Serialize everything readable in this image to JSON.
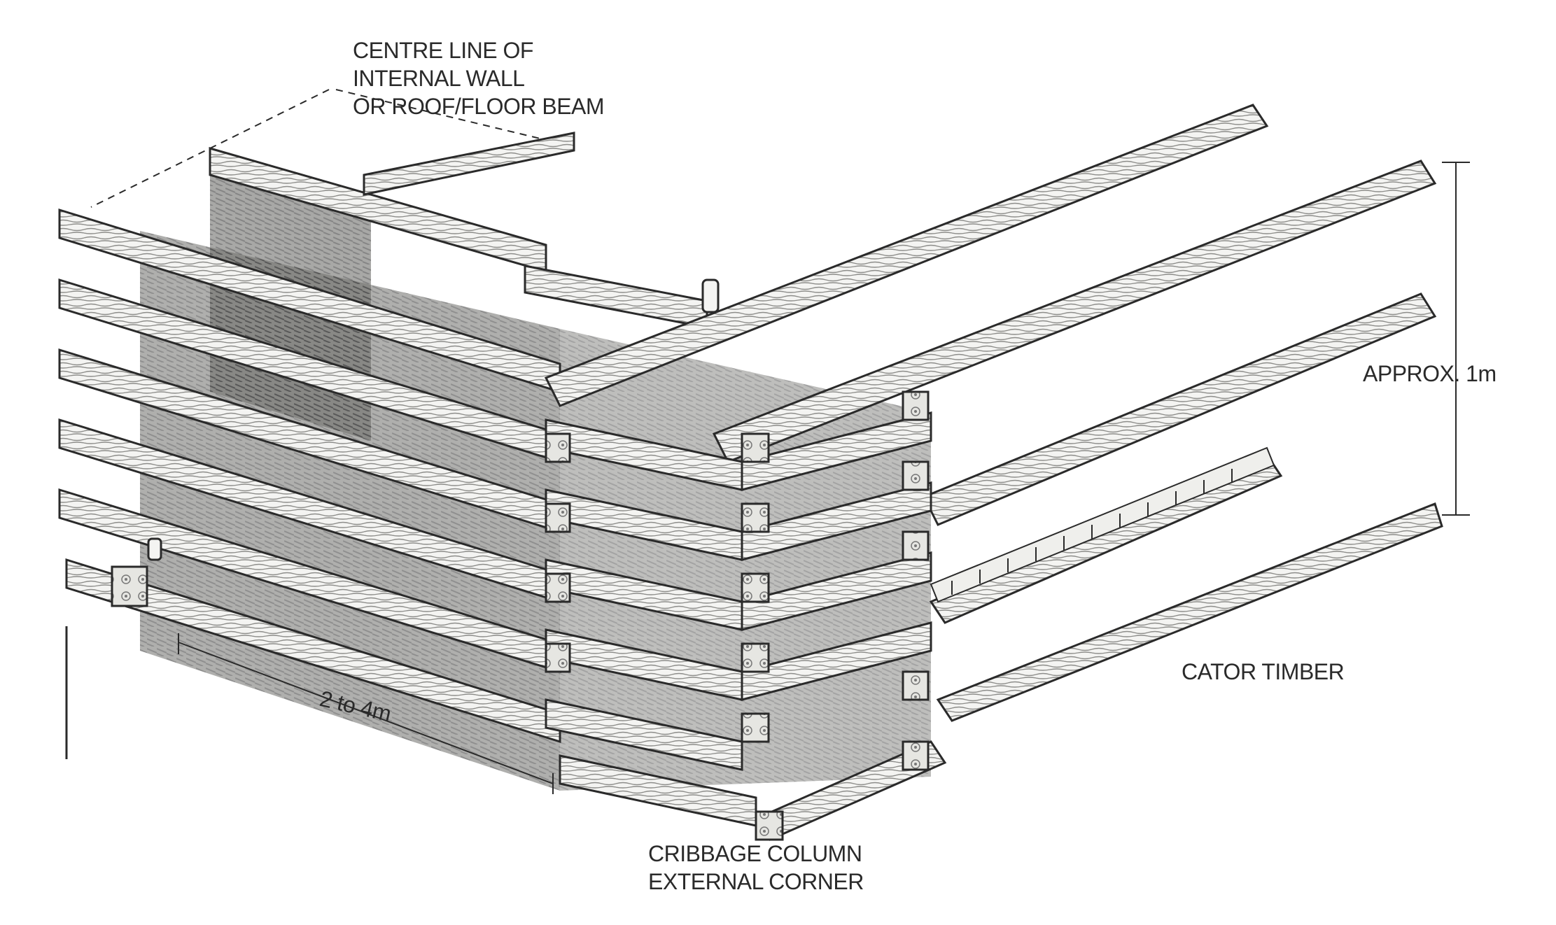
{
  "labels": {
    "centre_line": [
      "CENTRE LINE OF",
      "INTERNAL WALL",
      "OR ROOF/FLOOR BEAM"
    ],
    "height": "APPROX.  1m",
    "cator_timber": "CATOR TIMBER",
    "cribbage": [
      "CRIBBAGE COLUMN",
      "EXTERNAL CORNER"
    ],
    "span": "2  to 4m"
  },
  "colors": {
    "ink": "#2a2a2a",
    "timber_fill": "#f4f4f2",
    "shadow": "#9a9a96"
  }
}
